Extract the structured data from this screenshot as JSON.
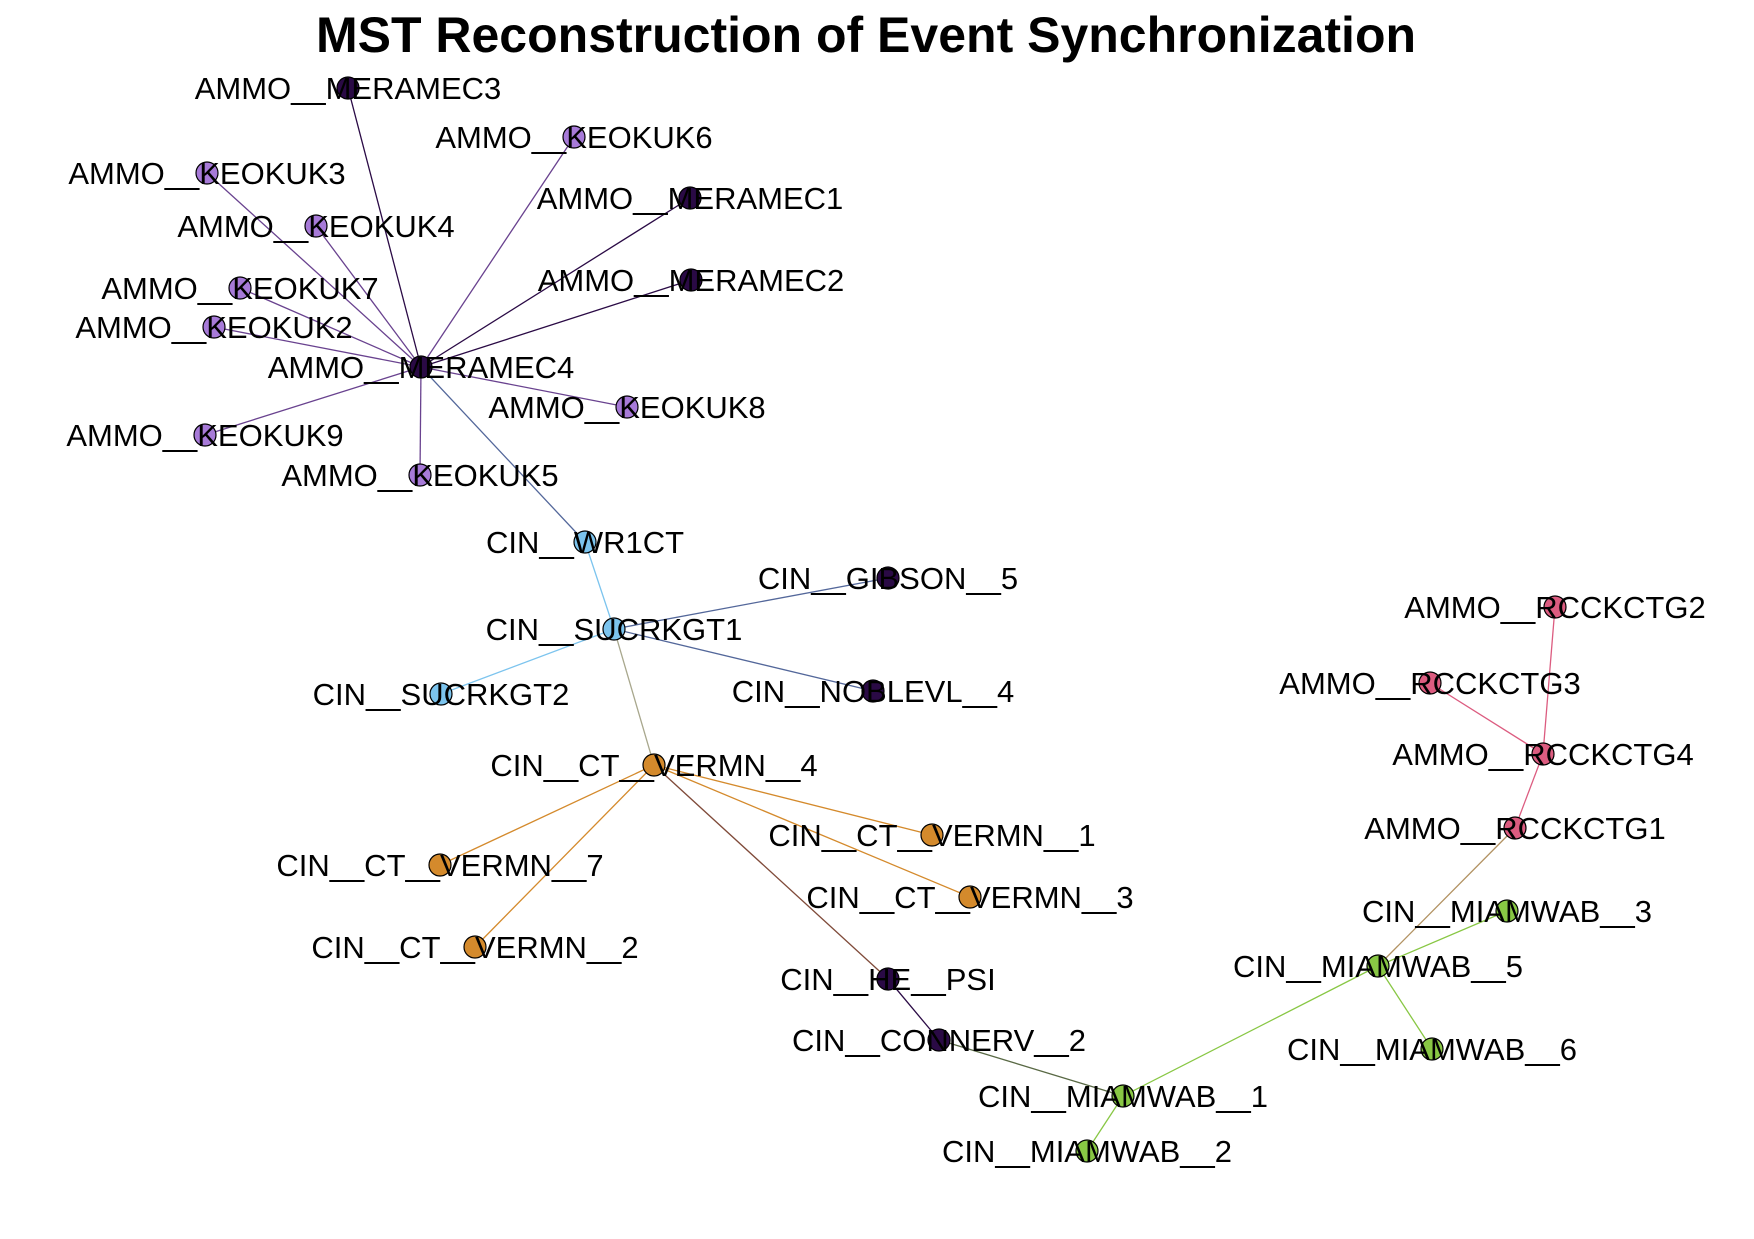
{
  "title": "MST Reconstruction of Event Synchronization",
  "colors": {
    "dark_purple": "#2a0a45",
    "lavender": "#a77ad8",
    "sky_blue": "#7cc4ee",
    "orange": "#d48a2c",
    "pink": "#dc5c80",
    "green": "#88c744"
  },
  "nodes": [
    {
      "id": "AMMO__MERAMEC3",
      "label": "AMMO__MERAMEC3",
      "group": "dark_purple"
    },
    {
      "id": "AMMO__KEOKUK6",
      "label": "AMMO__KEOKUK6",
      "group": "lavender"
    },
    {
      "id": "AMMO__KEOKUK3",
      "label": "AMMO__KEOKUK3",
      "group": "lavender"
    },
    {
      "id": "AMMO__MERAMEC1",
      "label": "AMMO__MERAMEC1",
      "group": "dark_purple"
    },
    {
      "id": "AMMO__KEOKUK4",
      "label": "AMMO__KEOKUK4",
      "group": "lavender"
    },
    {
      "id": "AMMO__MERAMEC2",
      "label": "AMMO__MERAMEC2",
      "group": "dark_purple"
    },
    {
      "id": "AMMO__KEOKUK7",
      "label": "AMMO__KEOKUK7",
      "group": "lavender"
    },
    {
      "id": "AMMO__KEOKUK2",
      "label": "AMMO__KEOKUK2",
      "group": "lavender"
    },
    {
      "id": "AMMO__MERAMEC4",
      "label": "AMMO__MERAMEC4",
      "group": "dark_purple"
    },
    {
      "id": "AMMO__KEOKUK8",
      "label": "AMMO__KEOKUK8",
      "group": "lavender"
    },
    {
      "id": "AMMO__KEOKUK9",
      "label": "AMMO__KEOKUK9",
      "group": "lavender"
    },
    {
      "id": "AMMO__KEOKUK5",
      "label": "AMMO__KEOKUK5",
      "group": "lavender"
    },
    {
      "id": "CIN__WR1CT",
      "label": "CIN__WR1CT",
      "group": "sky_blue"
    },
    {
      "id": "CIN__GIBSON__5",
      "label": "CIN__GIBSON__5",
      "group": "dark_purple"
    },
    {
      "id": "CIN__SUCRKGT1",
      "label": "CIN__SUCRKGT1",
      "group": "sky_blue"
    },
    {
      "id": "CIN__SUCRKGT2",
      "label": "CIN__SUCRKGT2",
      "group": "sky_blue"
    },
    {
      "id": "CIN__NOBLEVL__4",
      "label": "CIN__NOBLEVL__4",
      "group": "dark_purple"
    },
    {
      "id": "CIN__CT__VERMN__4",
      "label": "CIN__CT__VERMN__4",
      "group": "orange"
    },
    {
      "id": "CIN__CT__VERMN__1",
      "label": "CIN__CT__VERMN__1",
      "group": "orange"
    },
    {
      "id": "CIN__CT__VERMN__7",
      "label": "CIN__CT__VERMN__7",
      "group": "orange"
    },
    {
      "id": "CIN__CT__VERMN__3",
      "label": "CIN__CT__VERMN__3",
      "group": "orange"
    },
    {
      "id": "CIN__CT__VERMN__2",
      "label": "CIN__CT__VERMN__2",
      "group": "orange"
    },
    {
      "id": "CIN__HE__PSI",
      "label": "CIN__HE__PSI",
      "group": "dark_purple"
    },
    {
      "id": "CIN__CONNERV__2",
      "label": "CIN__CONNERV__2",
      "group": "dark_purple"
    },
    {
      "id": "AMMO__RCCKCTG2",
      "label": "AMMO__RCCKCTG2",
      "group": "pink"
    },
    {
      "id": "AMMO__RCCKCTG3",
      "label": "AMMO__RCCKCTG3",
      "group": "pink"
    },
    {
      "id": "AMMO__RCCKCTG4",
      "label": "AMMO__RCCKCTG4",
      "group": "pink"
    },
    {
      "id": "AMMO__RCCKCTG1",
      "label": "AMMO__RCCKCTG1",
      "group": "pink"
    },
    {
      "id": "CIN__MIAMWAB__3",
      "label": "CIN__MIAMWAB__3",
      "group": "green"
    },
    {
      "id": "CIN__MIAMWAB__5",
      "label": "CIN__MIAMWAB__5",
      "group": "green"
    },
    {
      "id": "CIN__MIAMWAB__6",
      "label": "CIN__MIAMWAB__6",
      "group": "green"
    },
    {
      "id": "CIN__MIAMWAB__1",
      "label": "CIN__MIAMWAB__1",
      "group": "green"
    },
    {
      "id": "CIN__MIAMWAB__2",
      "label": "CIN__MIAMWAB__2",
      "group": "green"
    }
  ],
  "edges": [
    [
      "AMMO__MERAMEC3",
      "AMMO__MERAMEC4"
    ],
    [
      "AMMO__KEOKUK6",
      "AMMO__MERAMEC4"
    ],
    [
      "AMMO__KEOKUK3",
      "AMMO__MERAMEC4"
    ],
    [
      "AMMO__MERAMEC1",
      "AMMO__MERAMEC4"
    ],
    [
      "AMMO__KEOKUK4",
      "AMMO__MERAMEC4"
    ],
    [
      "AMMO__MERAMEC2",
      "AMMO__MERAMEC4"
    ],
    [
      "AMMO__KEOKUK7",
      "AMMO__MERAMEC4"
    ],
    [
      "AMMO__KEOKUK2",
      "AMMO__MERAMEC4"
    ],
    [
      "AMMO__KEOKUK8",
      "AMMO__MERAMEC4"
    ],
    [
      "AMMO__KEOKUK9",
      "AMMO__MERAMEC4"
    ],
    [
      "AMMO__KEOKUK5",
      "AMMO__MERAMEC4"
    ],
    [
      "AMMO__MERAMEC4",
      "CIN__WR1CT"
    ],
    [
      "CIN__WR1CT",
      "CIN__SUCRKGT1"
    ],
    [
      "CIN__SUCRKGT1",
      "CIN__GIBSON__5"
    ],
    [
      "CIN__SUCRKGT1",
      "CIN__SUCRKGT2"
    ],
    [
      "CIN__SUCRKGT1",
      "CIN__NOBLEVL__4"
    ],
    [
      "CIN__SUCRKGT1",
      "CIN__CT__VERMN__4"
    ],
    [
      "CIN__CT__VERMN__4",
      "CIN__CT__VERMN__1"
    ],
    [
      "CIN__CT__VERMN__4",
      "CIN__CT__VERMN__7"
    ],
    [
      "CIN__CT__VERMN__4",
      "CIN__CT__VERMN__3"
    ],
    [
      "CIN__CT__VERMN__4",
      "CIN__CT__VERMN__2"
    ],
    [
      "CIN__CT__VERMN__4",
      "CIN__HE__PSI"
    ],
    [
      "CIN__HE__PSI",
      "CIN__CONNERV__2"
    ],
    [
      "CIN__CONNERV__2",
      "CIN__MIAMWAB__1"
    ],
    [
      "CIN__MIAMWAB__1",
      "CIN__MIAMWAB__2"
    ],
    [
      "CIN__MIAMWAB__1",
      "CIN__MIAMWAB__5"
    ],
    [
      "CIN__MIAMWAB__5",
      "CIN__MIAMWAB__3"
    ],
    [
      "CIN__MIAMWAB__5",
      "CIN__MIAMWAB__6"
    ],
    [
      "CIN__MIAMWAB__5",
      "AMMO__RCCKCTG1"
    ],
    [
      "AMMO__RCCKCTG1",
      "AMMO__RCCKCTG4"
    ],
    [
      "AMMO__RCCKCTG4",
      "AMMO__RCCKCTG3"
    ],
    [
      "AMMO__RCCKCTG4",
      "AMMO__RCCKCTG2"
    ]
  ]
}
